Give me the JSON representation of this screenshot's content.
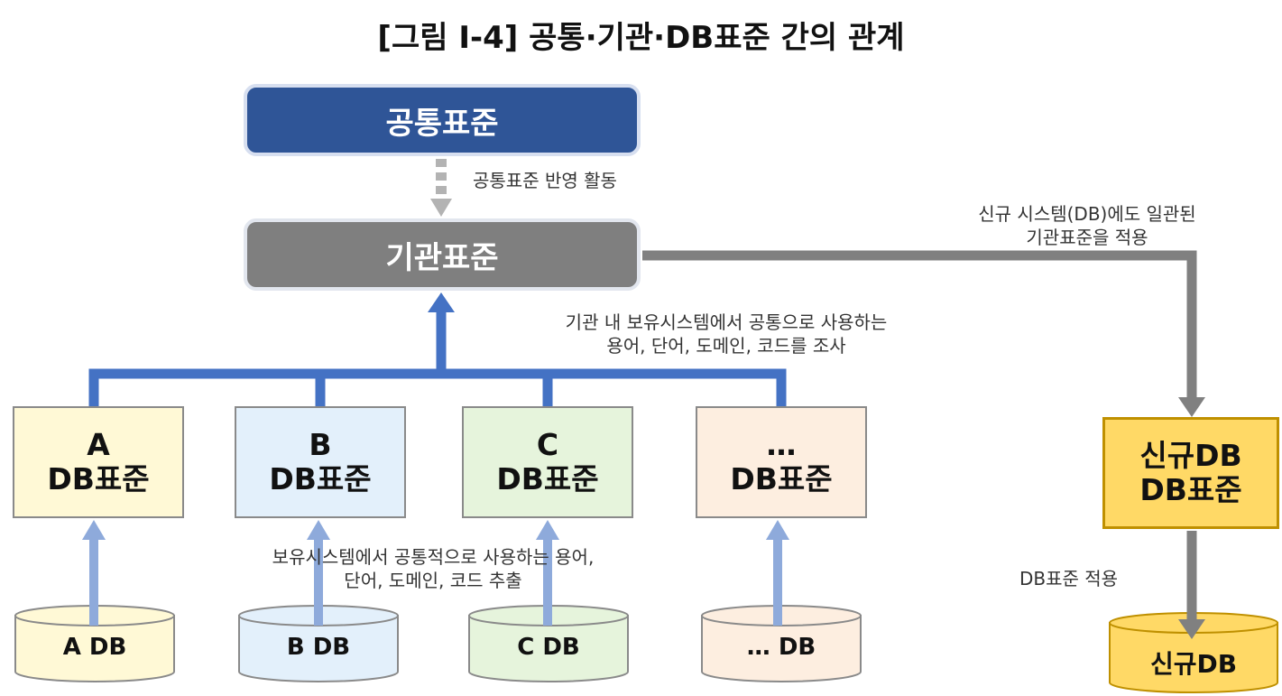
{
  "title": "[그림 Ⅰ-4] 공통·기관·DB표준 간의 관계",
  "common_standard": "공통표준",
  "institution_standard": "기관표준",
  "edge_labels": {
    "reflect": "공통표준 반영 활동",
    "new_system_line1": "신규 시스템(DB)에도 일관된",
    "new_system_line2": "기관표준을 적용",
    "survey_line1": "기관 내 보유시스템에서 공통으로 사용하는",
    "survey_line2": "용어, 단어, 도메인, 코드를 조사",
    "extract_line1": "보유시스템에서 공통적으로 사용하는 용어,",
    "extract_line2": "단어, 도메인, 코드 추출",
    "apply_db": "DB표준 적용"
  },
  "db_standards": [
    {
      "prefix": "A",
      "name": "DB표준",
      "fill": "#fff9d6"
    },
    {
      "prefix": "B",
      "name": "DB표준",
      "fill": "#e3f0fb"
    },
    {
      "prefix": "C",
      "name": "DB표준",
      "fill": "#e6f4dc"
    },
    {
      "prefix": "…",
      "name": "DB표준",
      "fill": "#fdeee0"
    }
  ],
  "databases": [
    {
      "label": "A DB",
      "fill": "#fff9d6"
    },
    {
      "label": "B DB",
      "fill": "#e3f0fb"
    },
    {
      "label": "C DB",
      "fill": "#e6f4dc"
    },
    {
      "label": "… DB",
      "fill": "#fdeee0"
    }
  ],
  "new_db_standard": {
    "line1": "신규DB",
    "line2": "DB표준"
  },
  "new_db": {
    "label": "신규DB",
    "fill": "#ffd966"
  },
  "colors": {
    "common": "#2f5597",
    "institution": "#7f7f7f",
    "blue_line": "#4472c4",
    "light_arrow": "#8eaadb",
    "gray_arrow": "#7f7f7f"
  }
}
